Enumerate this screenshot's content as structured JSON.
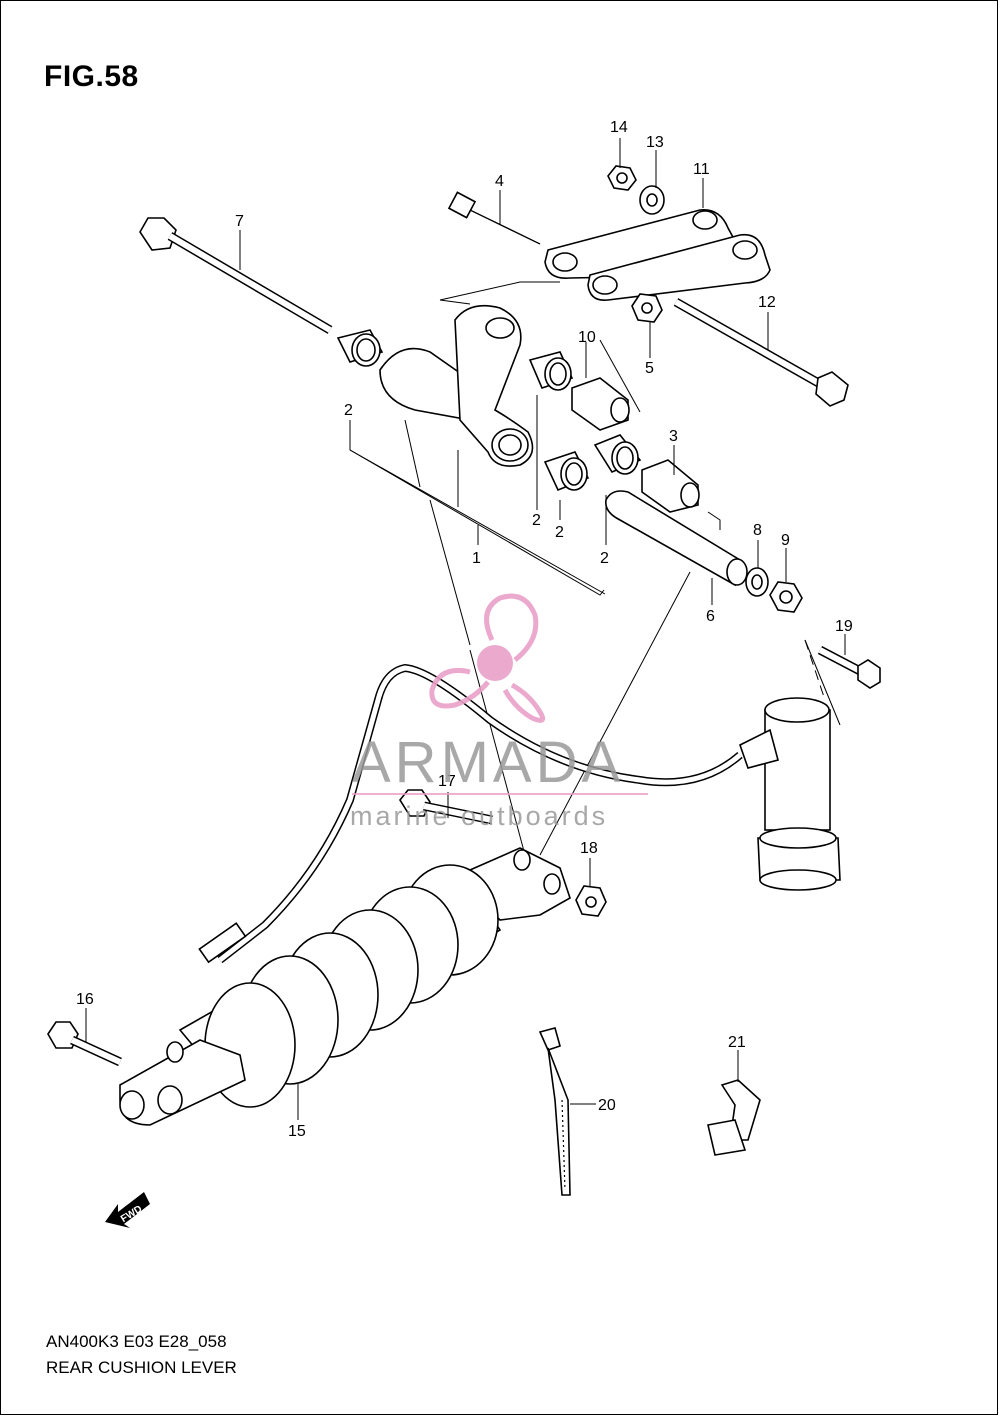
{
  "figure": {
    "title": "FIG.58"
  },
  "callouts": [
    {
      "id": "c1",
      "label": "1"
    },
    {
      "id": "c2a",
      "label": "2"
    },
    {
      "id": "c2b",
      "label": "2"
    },
    {
      "id": "c2c",
      "label": "2"
    },
    {
      "id": "c2d",
      "label": "2"
    },
    {
      "id": "c3",
      "label": "3"
    },
    {
      "id": "c4",
      "label": "4"
    },
    {
      "id": "c5",
      "label": "5"
    },
    {
      "id": "c6",
      "label": "6"
    },
    {
      "id": "c7",
      "label": "7"
    },
    {
      "id": "c8",
      "label": "8"
    },
    {
      "id": "c9",
      "label": "9"
    },
    {
      "id": "c10",
      "label": "10"
    },
    {
      "id": "c11",
      "label": "11"
    },
    {
      "id": "c12",
      "label": "12"
    },
    {
      "id": "c13",
      "label": "13"
    },
    {
      "id": "c14",
      "label": "14"
    },
    {
      "id": "c15",
      "label": "15"
    },
    {
      "id": "c16",
      "label": "16"
    },
    {
      "id": "c17",
      "label": "17"
    },
    {
      "id": "c18",
      "label": "18"
    },
    {
      "id": "c19",
      "label": "19"
    },
    {
      "id": "c20",
      "label": "20"
    },
    {
      "id": "c21",
      "label": "21"
    }
  ],
  "fwd_label": "FWD",
  "watermark": {
    "brand": "ARMADA",
    "tagline": "marine outboards",
    "color": "#e8a0c8"
  },
  "footer": {
    "code": "AN400K3 E03 E28_058",
    "name": "REAR CUSHION LEVER"
  }
}
